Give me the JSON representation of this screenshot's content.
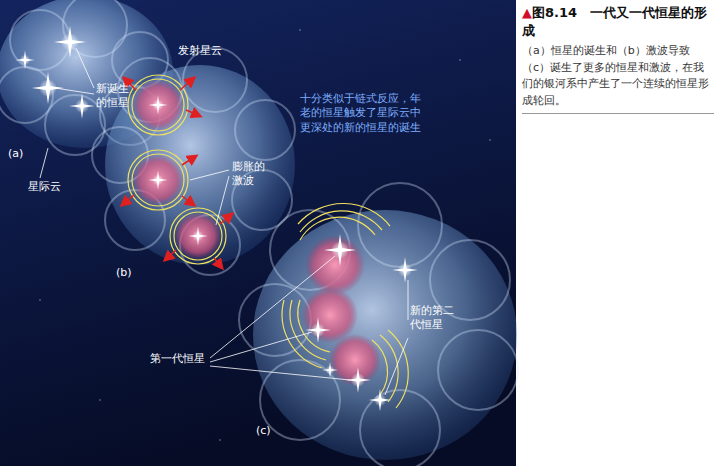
{
  "diagram": {
    "title": "▲图8.14　一代又一代恒星的形成",
    "caption": "（a）恒星的诞生和（b）激波导致（c）诞生了更多的恒星和激波，在我们的银河系中产生了一个连续的恒星形成轮回。",
    "labels": [
      "新诞生的恒星",
      "(a)",
      "星际云",
      "发射星云",
      "十分类似于链式反应，年老的恒星触发了星际云中更深处的新的恒星的诞生",
      "膨胀的激波",
      "(b)",
      "第一代恒星",
      "新的第二代恒星",
      "(c)"
    ]
  }
}
